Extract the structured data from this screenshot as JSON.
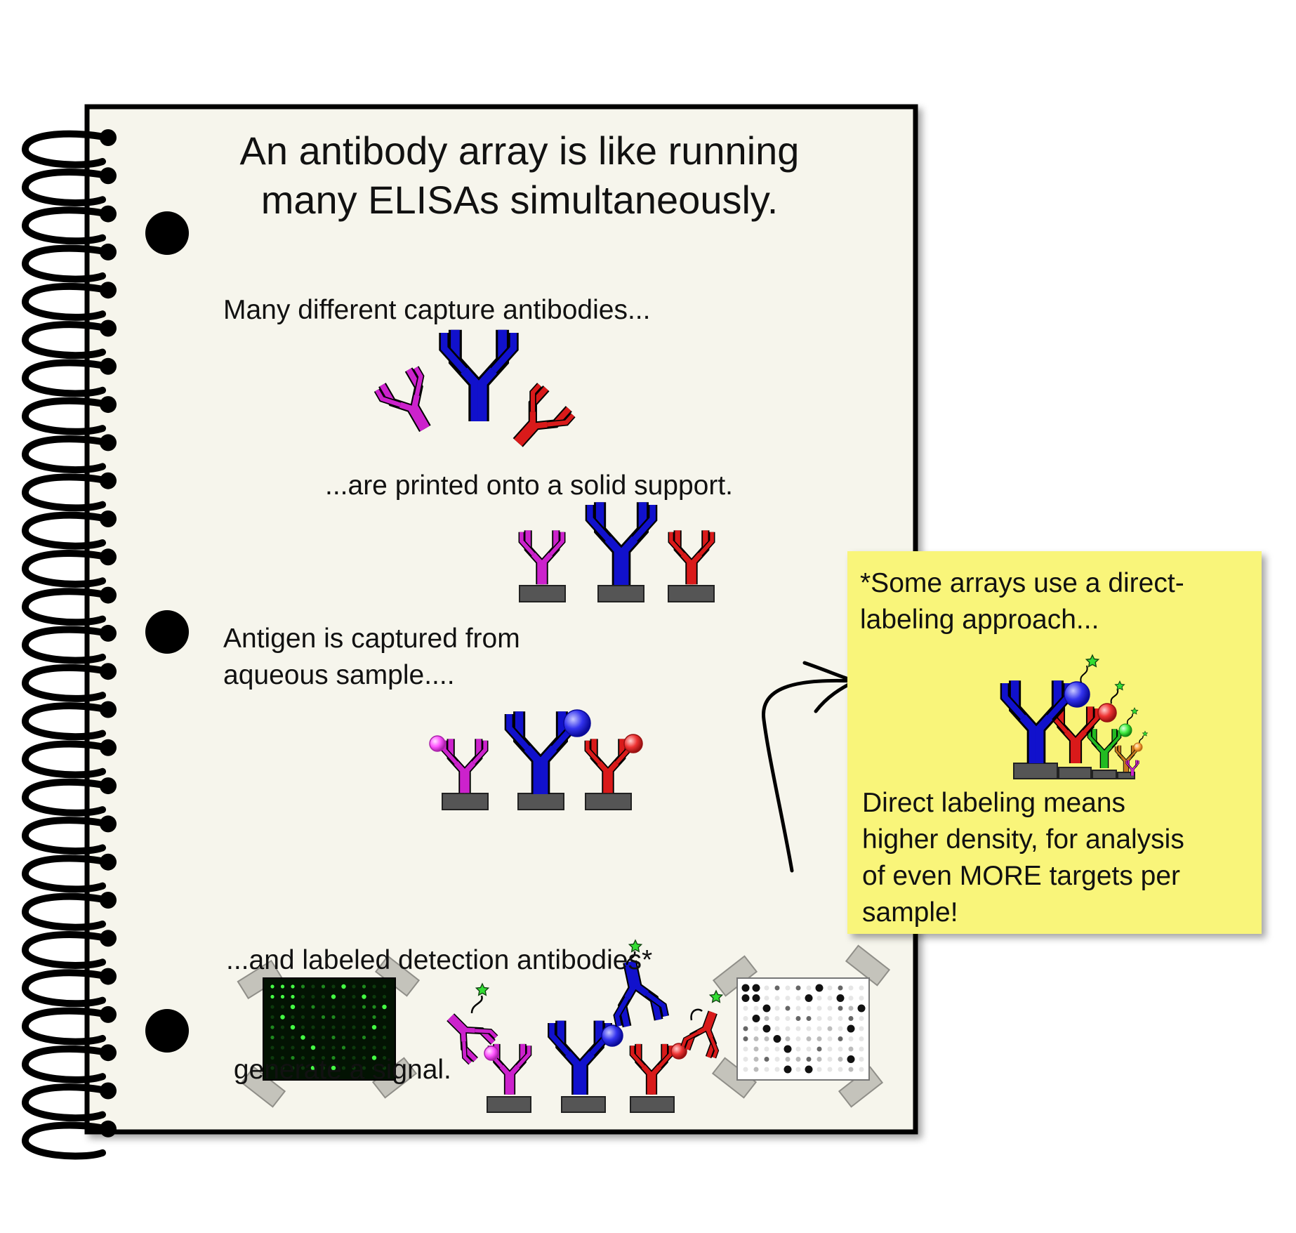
{
  "notebook": {
    "title_lines": [
      "An antibody array is like running",
      "many ELISAs simultaneously."
    ],
    "steps": {
      "capture": [
        "Many different capture antibodies..."
      ],
      "printed": [
        "...are printed onto a solid support."
      ],
      "antigen": [
        "Antigen is captured from",
        "aqueous sample...."
      ],
      "detection": [
        "...and labeled detection antibodies*",
        " generate a signal."
      ]
    }
  },
  "sticky_note": {
    "intro": [
      "*Some arrays use a direct-",
      "labeling approach..."
    ],
    "body": [
      "Direct labeling means",
      "higher density, for analysis",
      "of even MORE targets per",
      "sample!"
    ]
  },
  "colors": {
    "page": "#f6f5ec",
    "note": "#f9f57a",
    "antibody_blue": "#1111cc",
    "antibody_red": "#d91a1a",
    "antibody_magenta": "#cc22cc",
    "antibody_green": "#22bb22",
    "antibody_brown": "#c87a1e",
    "support": "#555555",
    "label_star": "#33dd33"
  }
}
